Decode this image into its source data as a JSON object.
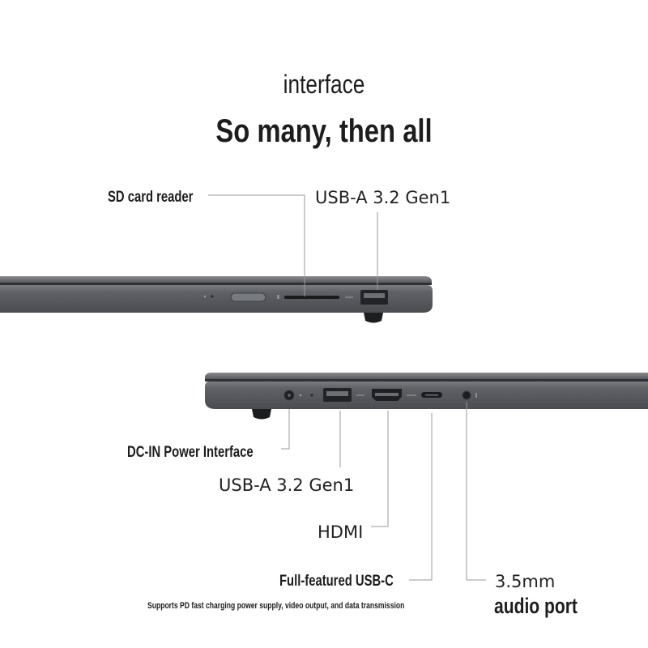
{
  "header": {
    "subtitle": "interface",
    "headline": "So many, then all"
  },
  "top_side": {
    "ports": {
      "sd_card_reader": "SD card reader",
      "usb_a_right": "USB-A 3.2 Gen1"
    }
  },
  "bottom_side": {
    "ports": {
      "dc_in": "DC-IN Power Interface",
      "usb_a_left": "USB-A 3.2 Gen1",
      "hdmi": "HDMI",
      "usb_c": "Full-featured USB-C",
      "usb_c_note": "Supports PD fast charging power supply, video output, and data transmission",
      "audio_line1": "3.5mm",
      "audio_line2": "audio port"
    }
  },
  "colors": {
    "laptop_body": "#5d5f63",
    "laptop_edge": "#3a3c40",
    "callout_line": "#9a9a9a",
    "text": "#1d1d1d"
  }
}
